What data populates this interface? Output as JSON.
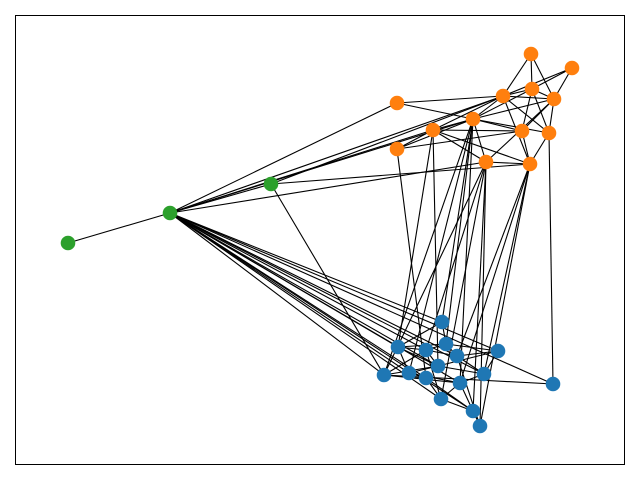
{
  "colors": {
    "background": "#ffffff",
    "frame": "#000000",
    "edge": "#000000"
  },
  "groups": [
    {
      "id": "orange",
      "color": "#ff7f0e"
    },
    {
      "id": "blue",
      "color": "#1f77b4"
    },
    {
      "id": "green",
      "color": "#2ca02c"
    }
  ],
  "graph": {
    "nodes": [
      {
        "id": "o1",
        "group": "orange"
      },
      {
        "id": "o2",
        "group": "orange"
      },
      {
        "id": "o3",
        "group": "orange"
      },
      {
        "id": "o4",
        "group": "orange"
      },
      {
        "id": "o5",
        "group": "orange"
      },
      {
        "id": "o6",
        "group": "orange"
      },
      {
        "id": "o7",
        "group": "orange"
      },
      {
        "id": "o8",
        "group": "orange"
      },
      {
        "id": "o9",
        "group": "orange"
      },
      {
        "id": "o10",
        "group": "orange"
      },
      {
        "id": "o11",
        "group": "orange"
      },
      {
        "id": "o12",
        "group": "orange"
      },
      {
        "id": "o13",
        "group": "orange"
      },
      {
        "id": "g1",
        "group": "green"
      },
      {
        "id": "g2",
        "group": "green"
      },
      {
        "id": "g3",
        "group": "green"
      },
      {
        "id": "b1",
        "group": "blue"
      },
      {
        "id": "b2",
        "group": "blue"
      },
      {
        "id": "b3",
        "group": "blue"
      },
      {
        "id": "b4",
        "group": "blue"
      },
      {
        "id": "b5",
        "group": "blue"
      },
      {
        "id": "b6",
        "group": "blue"
      },
      {
        "id": "b7",
        "group": "blue"
      },
      {
        "id": "b8",
        "group": "blue"
      },
      {
        "id": "b9",
        "group": "blue"
      },
      {
        "id": "b10",
        "group": "blue"
      },
      {
        "id": "b11",
        "group": "blue"
      },
      {
        "id": "b12",
        "group": "blue"
      },
      {
        "id": "b13",
        "group": "blue"
      },
      {
        "id": "b14",
        "group": "blue"
      },
      {
        "id": "b15",
        "group": "blue"
      },
      {
        "id": "b16",
        "group": "blue"
      }
    ],
    "edges": [
      [
        "o1",
        "o4"
      ],
      [
        "o1",
        "o3"
      ],
      [
        "o1",
        "o6"
      ],
      [
        "o2",
        "o3"
      ],
      [
        "o2",
        "o4"
      ],
      [
        "o2",
        "o6"
      ],
      [
        "o3",
        "o4"
      ],
      [
        "o3",
        "o6"
      ],
      [
        "o3",
        "o7"
      ],
      [
        "o3",
        "o9"
      ],
      [
        "o3",
        "o10"
      ],
      [
        "o4",
        "o6"
      ],
      [
        "o4",
        "o9"
      ],
      [
        "o4",
        "o10"
      ],
      [
        "o4",
        "o13"
      ],
      [
        "o4",
        "o8"
      ],
      [
        "o5",
        "o9"
      ],
      [
        "o6",
        "o9"
      ],
      [
        "o6",
        "o7"
      ],
      [
        "o6",
        "o11"
      ],
      [
        "o6",
        "o10"
      ],
      [
        "o7",
        "o8"
      ],
      [
        "o7",
        "o13"
      ],
      [
        "o7",
        "o9"
      ],
      [
        "o8",
        "o9"
      ],
      [
        "o8",
        "o11"
      ],
      [
        "o8",
        "o12"
      ],
      [
        "o8",
        "o13"
      ],
      [
        "o9",
        "o10"
      ],
      [
        "o9",
        "o11"
      ],
      [
        "o10",
        "o13"
      ],
      [
        "o11",
        "o13"
      ],
      [
        "o12",
        "o9"
      ],
      [
        "o7",
        "o12"
      ],
      [
        "o5",
        "o4"
      ],
      [
        "g1",
        "g2"
      ],
      [
        "g2",
        "g3"
      ],
      [
        "g2",
        "o5"
      ],
      [
        "g2",
        "o8"
      ],
      [
        "g2",
        "o9"
      ],
      [
        "g2",
        "o4"
      ],
      [
        "g2",
        "o11"
      ],
      [
        "g3",
        "o13"
      ],
      [
        "g3",
        "o4"
      ],
      [
        "g3",
        "b9"
      ],
      [
        "g2",
        "b1"
      ],
      [
        "g2",
        "b3"
      ],
      [
        "g2",
        "b4"
      ],
      [
        "g2",
        "b5"
      ],
      [
        "g2",
        "b6"
      ],
      [
        "g2",
        "b7"
      ],
      [
        "g2",
        "b8"
      ],
      [
        "g2",
        "b9"
      ],
      [
        "g2",
        "b10"
      ],
      [
        "g2",
        "b11"
      ],
      [
        "g2",
        "b12"
      ],
      [
        "g2",
        "b13"
      ],
      [
        "g2",
        "b14"
      ],
      [
        "g2",
        "b15"
      ],
      [
        "o9",
        "b1"
      ],
      [
        "o9",
        "b8"
      ],
      [
        "o9",
        "b12"
      ],
      [
        "o9",
        "b9"
      ],
      [
        "o9",
        "b2"
      ],
      [
        "o11",
        "b4"
      ],
      [
        "o11",
        "b9"
      ],
      [
        "o11",
        "b14"
      ],
      [
        "o11",
        "b15"
      ],
      [
        "o11",
        "b16"
      ],
      [
        "o13",
        "b5"
      ],
      [
        "o13",
        "b10"
      ],
      [
        "o13",
        "b12"
      ],
      [
        "o8",
        "b3"
      ],
      [
        "o8",
        "b7"
      ],
      [
        "o12",
        "b11"
      ],
      [
        "o10",
        "b13"
      ],
      [
        "o13",
        "b16"
      ],
      [
        "b1",
        "b2"
      ],
      [
        "b1",
        "b3"
      ],
      [
        "b2",
        "b3"
      ],
      [
        "b2",
        "b4"
      ],
      [
        "b2",
        "b5"
      ],
      [
        "b3",
        "b4"
      ],
      [
        "b3",
        "b7"
      ],
      [
        "b3",
        "b8"
      ],
      [
        "b4",
        "b5"
      ],
      [
        "b4",
        "b7"
      ],
      [
        "b4",
        "b9"
      ],
      [
        "b5",
        "b6"
      ],
      [
        "b5",
        "b10"
      ],
      [
        "b6",
        "b7"
      ],
      [
        "b6",
        "b10"
      ],
      [
        "b7",
        "b8"
      ],
      [
        "b7",
        "b9"
      ],
      [
        "b7",
        "b10"
      ],
      [
        "b8",
        "b11"
      ],
      [
        "b8",
        "b12"
      ],
      [
        "b9",
        "b11"
      ],
      [
        "b9",
        "b12"
      ],
      [
        "b10",
        "b12"
      ],
      [
        "b11",
        "b14"
      ],
      [
        "b11",
        "b15"
      ],
      [
        "b12",
        "b14"
      ],
      [
        "b12",
        "b15"
      ],
      [
        "b13",
        "b9"
      ],
      [
        "b14",
        "b15"
      ],
      [
        "b15",
        "b16"
      ],
      [
        "b2",
        "b6"
      ],
      [
        "b5",
        "b16"
      ],
      [
        "b4",
        "b14"
      ]
    ]
  }
}
